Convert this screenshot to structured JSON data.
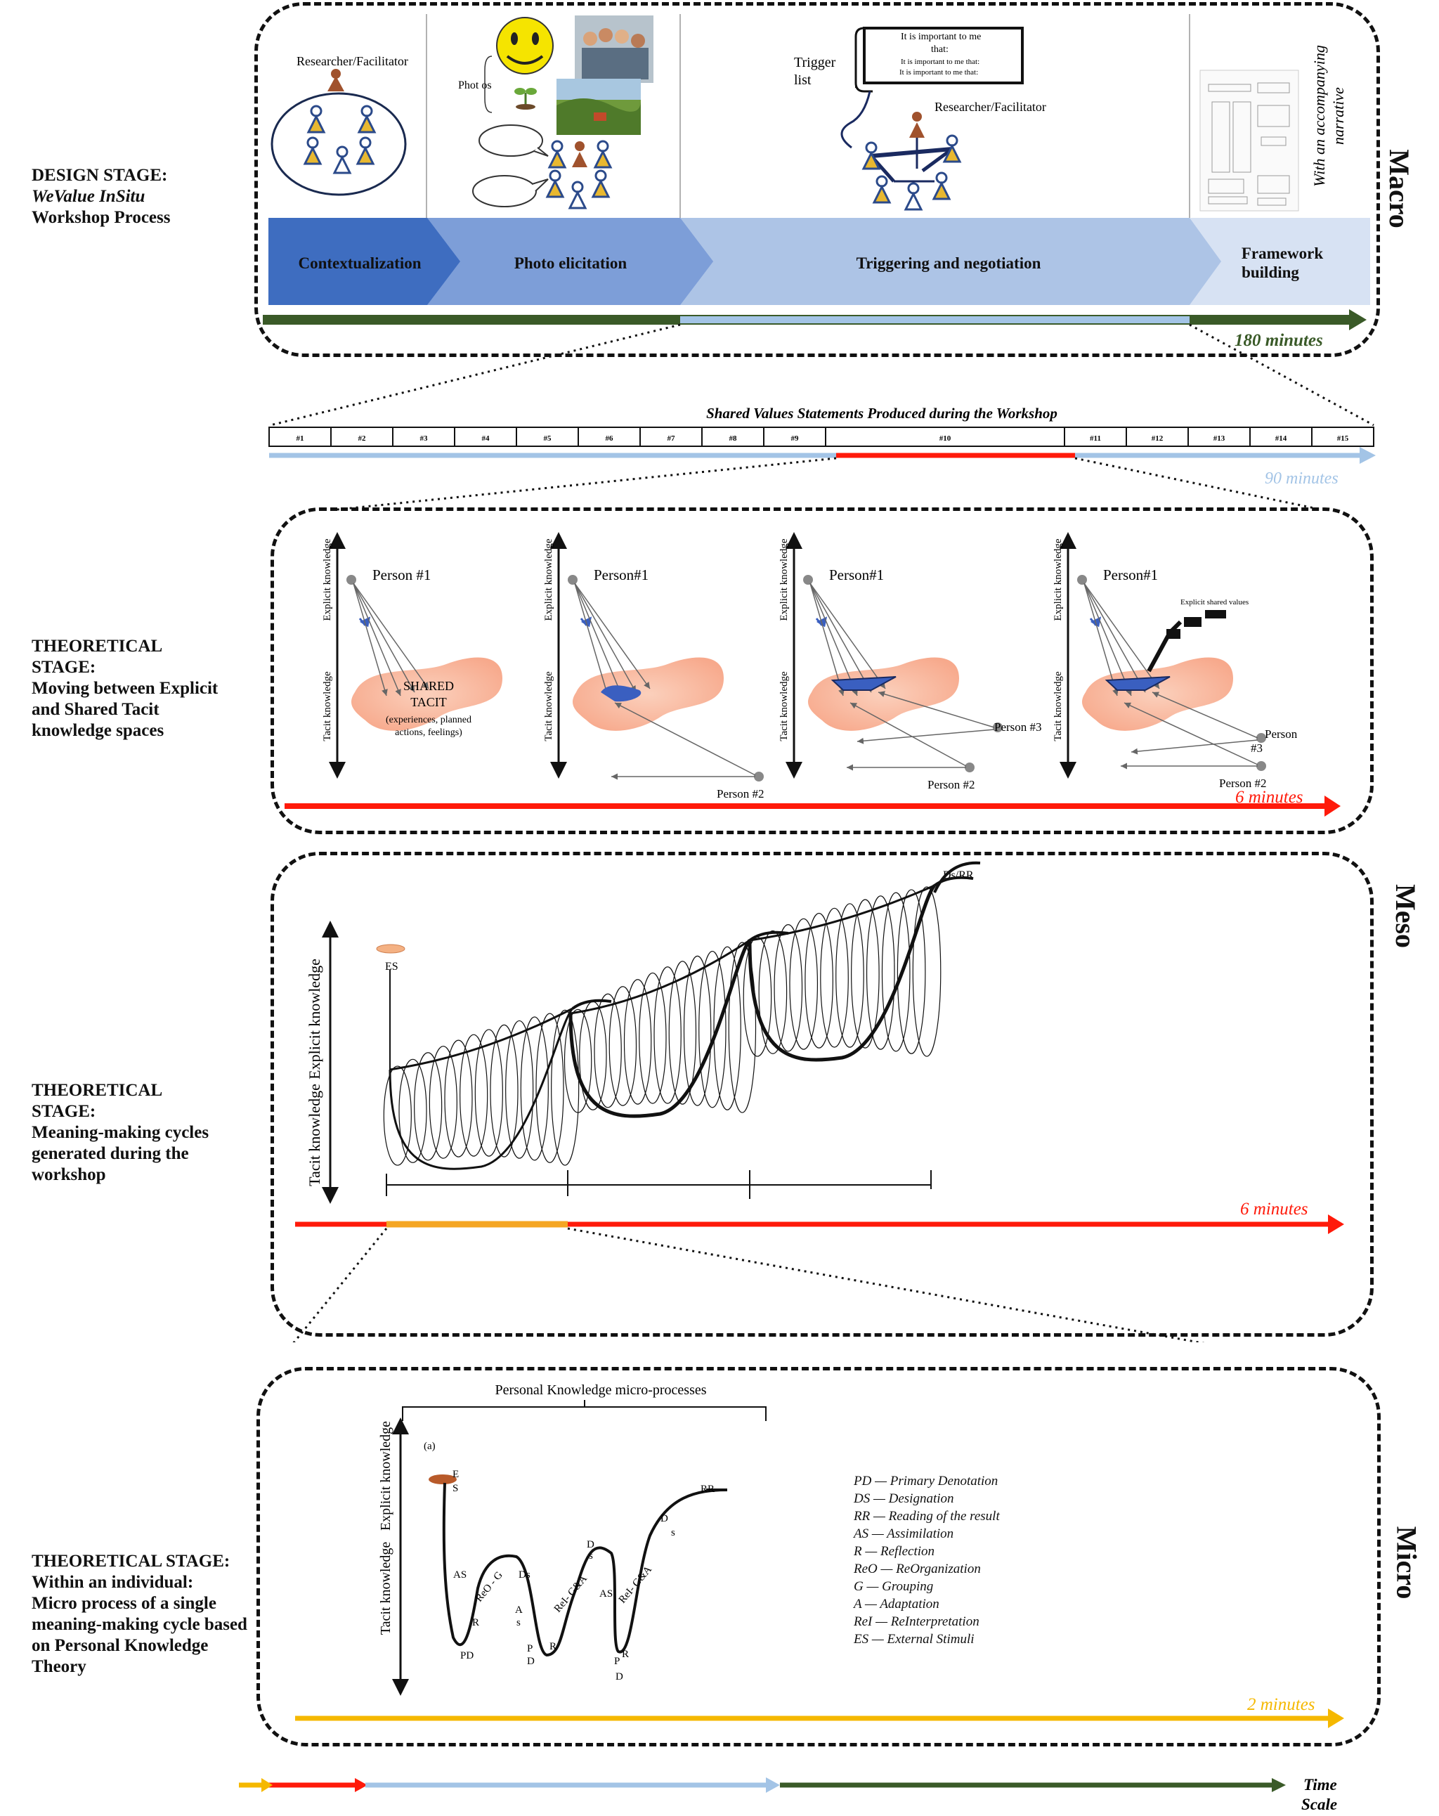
{
  "left_labels": {
    "design": [
      "DESIGN STAGE:",
      "WeValue InSitu",
      "Workshop Process"
    ],
    "theo1": [
      "THEORETICAL",
      "STAGE:",
      "Moving between Explicit",
      "and Shared Tacit",
      "knowledge spaces"
    ],
    "theo2": [
      "THEORETICAL",
      "STAGE:",
      "Meaning-making cycles",
      "generated during the",
      "workshop"
    ],
    "theo3": [
      "THEORETICAL STAGE:",
      "Within an individual:",
      "Micro process of a single",
      "meaning-making cycle based",
      "on Personal Knowledge",
      "Theory"
    ]
  },
  "levels": {
    "macro": "Macro",
    "meso": "Meso",
    "micro": "Micro"
  },
  "macro": {
    "researcher1": "Researcher/Facilitator",
    "photos": "Phot os",
    "trigger_list": "Trigger list",
    "scroll_title": "It is important to me that:",
    "scroll_line": "It is important to me that:",
    "researcher2": "Researcher/Facilitator",
    "narrative": "With an accompanying narrative",
    "phases": [
      "Contextualization",
      "Photo elicitation",
      "Triggering and negotiation",
      "Framework building"
    ],
    "duration": "180 minutes"
  },
  "statements": {
    "title": "Shared Values Statements Produced during the Workshop",
    "cells": [
      "#1",
      "#2",
      "#3",
      "#4",
      "#5",
      "#6",
      "#7",
      "#8",
      "#9",
      "#10",
      "#11",
      "#12",
      "#13",
      "#14",
      "#15"
    ],
    "duration": "90 minutes"
  },
  "panel2": {
    "axis_explicit": "Explicit knowledge",
    "axis_tacit": "Tacit knowledge",
    "person1_a": "Person #1",
    "person1_b": "Person#1",
    "person2": "Person #2",
    "person3": "Person #3",
    "shared_tacit": [
      "SHARED",
      "TACIT",
      "(experiences, planned",
      "actions, feelings)"
    ],
    "explicit_shared": "Explicit shared values",
    "person_label": "Person",
    "num3": "#3",
    "duration": "6 minutes"
  },
  "panel3": {
    "axis_explicit": "Explicit knowledge",
    "axis_tacit": "Tacit knowledge",
    "es": "ES",
    "ds_rr": "Ds/RR",
    "duration": "6 minutes"
  },
  "panel4": {
    "axis_explicit": "Explicit knowledge",
    "axis_tacit": "Tacit knowledge",
    "bracket": "Personal Knowledge micro-processes",
    "a": "(a)",
    "curve_labels": [
      "E",
      "S",
      "AS",
      "ReO - G",
      "R",
      "PD",
      "Ds",
      "A",
      "s",
      "R",
      "P",
      "D",
      "ReI- G&A",
      "D",
      "s",
      "AS",
      "ReI- G&A",
      "R",
      "P",
      "D",
      "D",
      "s",
      "RR"
    ],
    "legend": [
      "PD — Primary Denotation",
      "DS — Designation",
      "RR — Reading of the result",
      "AS — Assimilation",
      "R — Reflection",
      "ReO — ReOrganization",
      "G — Grouping",
      "A — Adaptation",
      "ReI — ReInterpretation",
      "ES — External Stimuli"
    ],
    "duration": "2 minutes"
  },
  "time_scale": "Time Scale",
  "colors": {
    "dark_blue": "#3e6dc0",
    "mid_blue": "#7d9ed8",
    "light_blue": "#adc4e6",
    "pale_blue": "#d7e2f3",
    "green": "#3a5a28",
    "red": "#ff1a0a",
    "orange": "#f5a623",
    "yellow": "#f5b800",
    "sky": "#a3c4e6"
  }
}
